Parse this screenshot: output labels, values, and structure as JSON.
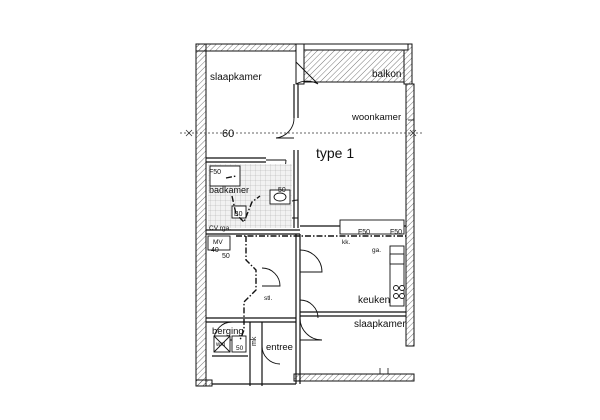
{
  "plan": {
    "type_label": "type 1",
    "dimension": "60",
    "rooms": {
      "slaapkamer_1": "slaapkamer",
      "balkon": "balkon",
      "woonkamer": "woonkamer",
      "badkamer": "badkamer",
      "keuken": "keuken",
      "slaapkamer_2": "slaapkamer",
      "berging": "berging",
      "entree": "entree"
    },
    "symbols": {
      "f50_bath": "F50",
      "s50_bath": "50",
      "b0": "B0",
      "cv_rga": "CV rga.",
      "mv_label": "MV",
      "i40": "40",
      "s50_hall": "50",
      "kk": "kk.",
      "ga": "ga.",
      "f50_kitchen_a": "F50",
      "f50_kitchen_b": "F50",
      "stl": "stl.",
      "mk": "mk",
      "wm": "wm",
      "s50_berging": "50"
    }
  }
}
